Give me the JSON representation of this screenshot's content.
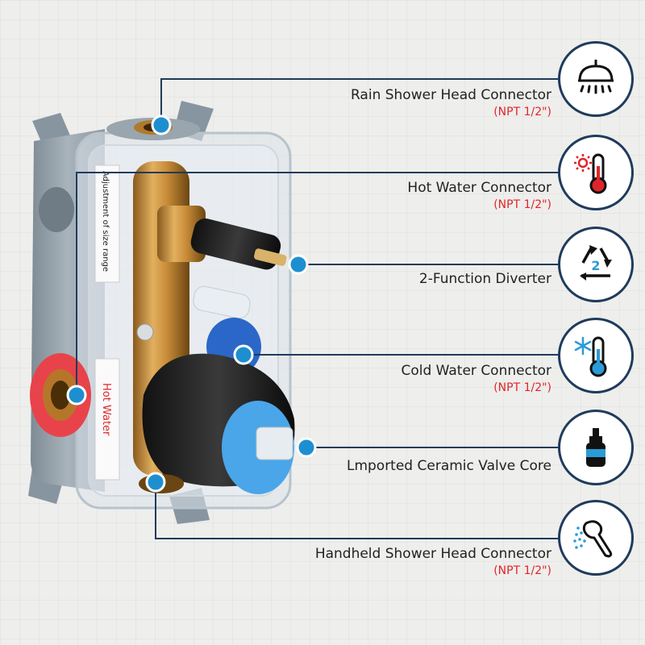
{
  "features": [
    {
      "name": "Rain Shower Head Connector",
      "spec": "(NPT 1/2\")",
      "icon": "rain-shower-icon"
    },
    {
      "name": "Hot Water Connector",
      "spec": "(NPT 1/2\")",
      "icon": "hot-thermometer-icon"
    },
    {
      "name": "2-Function Diverter",
      "spec": "",
      "icon": "recycle-2-icon"
    },
    {
      "name": "Cold Water Connector",
      "spec": "(NPT 1/2\")",
      "icon": "cold-thermometer-icon"
    },
    {
      "name": "Lmported Ceramic Valve Core",
      "spec": "",
      "icon": "valve-core-icon"
    },
    {
      "name": "Handheld Shower Head Connector",
      "spec": "(NPT 1/2\")",
      "icon": "handheld-shower-icon"
    }
  ],
  "valve_text": {
    "size_label": "Adjustment of size range",
    "hot_label": "Hot Water"
  },
  "colors": {
    "line": "#1f3b5c",
    "dot": "#1d8fd0",
    "spec": "#e0252a",
    "icon_red": "#e0252a",
    "icon_blue": "#2a9bd7"
  }
}
